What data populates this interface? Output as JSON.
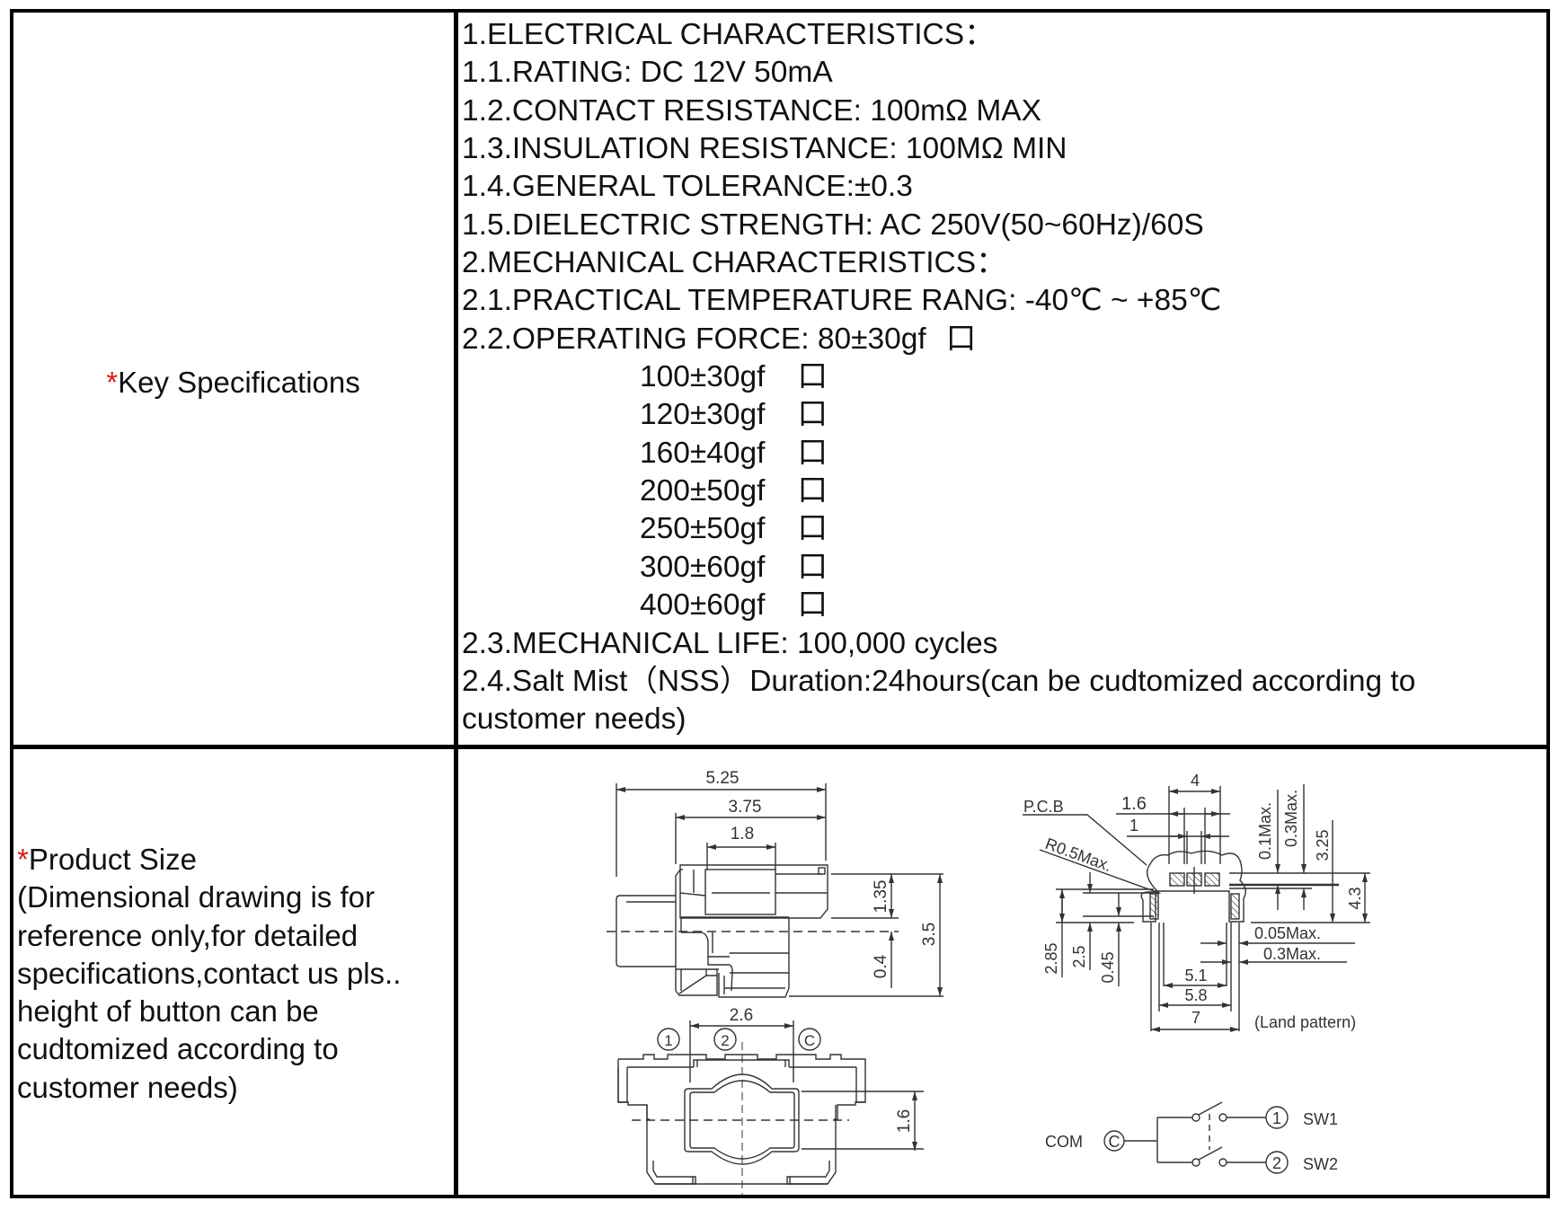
{
  "rows": [
    {
      "label": {
        "star": "*",
        "text": "Key Specifications"
      },
      "spec_lines": [
        {
          "text": "1.ELECTRICAL CHARACTERISTICS："
        },
        {
          "text": "1.1.RATING: DC 12V 50mA"
        },
        {
          "text": "1.2.CONTACT RESISTANCE: 100mΩ MAX"
        },
        {
          "text": "1.3.INSULATION RESISTANCE: 100MΩ MIN"
        },
        {
          "text": "1.4.GENERAL TOLERANCE:±0.3"
        },
        {
          "text": "1.5.DIELECTRIC STRENGTH: AC 250V(50~60Hz)/60S"
        },
        {
          "text": "2.MECHANICAL CHARACTERISTICS："
        },
        {
          "text": "2.1.PRACTICAL TEMPERATURE RANG: -40℃ ~ +85℃"
        }
      ],
      "operating_force": {
        "label": "2.2.OPERATING FORCE: ",
        "checkbox_glyph": "口",
        "options": [
          {
            "value": "80±30gf",
            "checked": false
          },
          {
            "value": "100±30gf",
            "checked": false
          },
          {
            "value": "120±30gf",
            "checked": false
          },
          {
            "value": "160±40gf",
            "checked": false
          },
          {
            "value": "200±50gf",
            "checked": false
          },
          {
            "value": "250±50gf",
            "checked": false
          },
          {
            "value": "300±60gf",
            "checked": false
          },
          {
            "value": "400±60gf",
            "checked": false
          }
        ]
      },
      "tail_lines": [
        {
          "text": "2.3.MECHANICAL LIFE: 100,000 cycles"
        },
        {
          "text": "2.4.Salt Mist（NSS）Duration:24hours(can be cudtomized according to customer needs)"
        }
      ]
    },
    {
      "label": {
        "star": "*",
        "title": "Product Size",
        "lines": [
          "(Dimensional drawing is for",
          "reference only,for detailed",
          "specifications,contact us pls..",
          "height of button can be",
          "cudtomized according to",
          "customer needs)"
        ]
      },
      "drawings": {
        "side_view": {
          "dims": [
            "5.25",
            "3.75",
            "1.8",
            "1.35",
            "0.4",
            "3.5"
          ]
        },
        "bottom_view": {
          "dims": [
            "2.6",
            "1.6"
          ],
          "pins": [
            "1",
            "2",
            "C"
          ]
        },
        "land_pattern": {
          "caption": "(Land pattern)",
          "labels": [
            "P.C.B",
            "R0.5Max."
          ],
          "dims": [
            "4",
            "1.6",
            "1",
            "0.1Max.",
            "0.3Max.",
            "3.25",
            "4.3",
            "2.85",
            "2.5",
            "0.45",
            "0.05Max.",
            "0.3Max.",
            "5.1",
            "5.8",
            "7"
          ]
        },
        "schematic": {
          "com_label": "COM",
          "com_pin": "C",
          "outputs": [
            {
              "pin": "1",
              "label": "SW1"
            },
            {
              "pin": "2",
              "label": "SW2"
            }
          ]
        }
      }
    }
  ],
  "colors": {
    "accent_star": "#d01c1c",
    "border": "#000000",
    "drawing_line": "#333333"
  }
}
